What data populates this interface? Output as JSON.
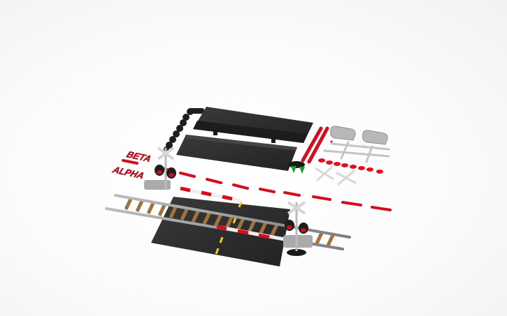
{
  "scene": {
    "type": "3d-model-render",
    "subject": "railroad crossing kit",
    "labels": [
      {
        "text": "BETA",
        "color": "#c8101e"
      },
      {
        "text": "ALPHA",
        "color": "#c8101e"
      }
    ],
    "colors": {
      "background": "#fafafa",
      "road": "#2b2b2b",
      "rail": "#9a9a9a",
      "tie": "#a0723f",
      "accent_red": "#d0101e",
      "gate_white": "#eeeeee",
      "center_line": "#f2d21a",
      "led_green": "#1f9a2a",
      "signal_gray": "#b8b8b8"
    },
    "parts": [
      "road-plate-upper",
      "road-plate-lower",
      "cable-chain",
      "red-rods",
      "gate-arms-spare",
      "signal-housings-spare",
      "red-lens-discs",
      "crossbuck-spares",
      "green-led-pair",
      "track-section-left",
      "track-section-right",
      "crossing-gate-left",
      "crossing-gate-right",
      "red-dashed-guide-lines"
    ]
  }
}
